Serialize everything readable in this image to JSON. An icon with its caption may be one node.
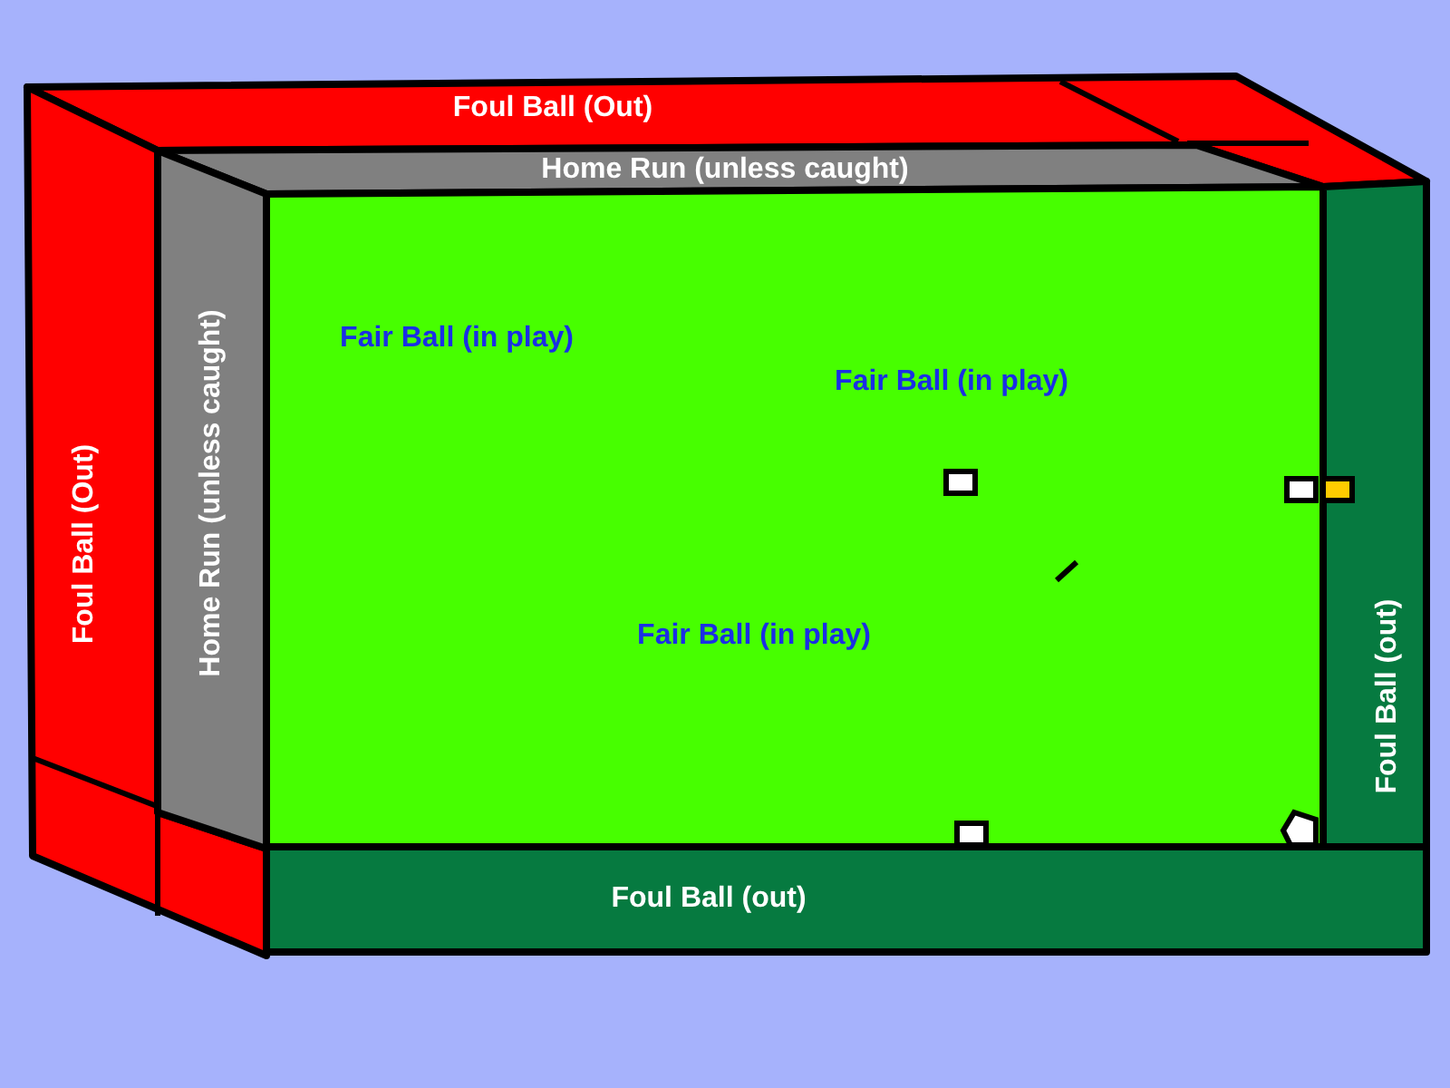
{
  "diagram": {
    "nodes": [
      {
        "text": [
          "Foul Ball (Out)"
        ]
      },
      {
        "text": [
          "Home Run (unless caught)"
        ]
      },
      {
        "text": [
          "Foul Ball (Out)"
        ]
      },
      {
        "text": [
          "Home Run (unless caught)"
        ]
      },
      {
        "text": [
          "Fair Ball (in play)",
          "Fair Ball (in play)",
          "Fair Ball (in play)"
        ]
      },
      {
        "text": [
          "Foul Ball (out)"
        ]
      },
      {
        "text": [
          "Foul Ball (out)"
        ]
      }
    ]
  }
}
